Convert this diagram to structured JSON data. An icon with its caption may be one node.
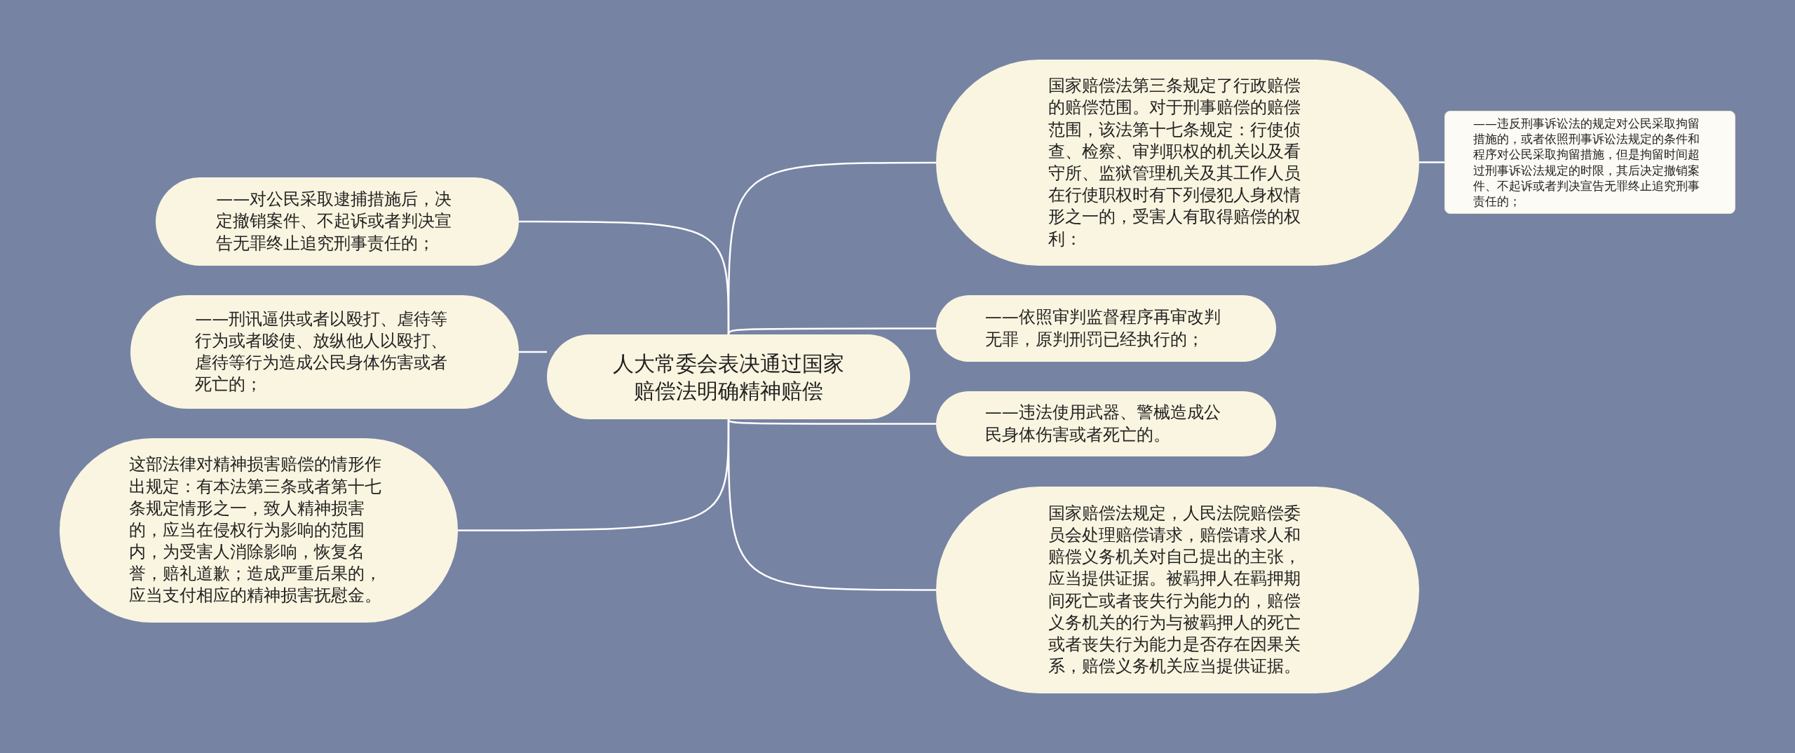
{
  "diagram": {
    "nodes": [
      {
        "text": [
          "人大常委会表决通过国家赔偿法明确精神赔偿"
        ]
      },
      {
        "text": [
          "国家赔偿法第三条规定了行政赔偿的赔偿范围。对于刑事赔偿的赔偿范围，该法第十七条规定：行使侦查、检察、审判职权的机关以及看守所、监狱管理机关及其工作人员在行使职权时有下列侵犯人身权情形之一的，受害人有取得赔偿的权利："
        ]
      },
      {
        "text": [
          "——违反刑事诉讼法的规定对公民采取拘留措施的，或者依照刑事诉讼法规定的条件和程序对公民采取拘留措施，但是拘留时间超过刑事诉讼法规定的时限，其后决定撤销案件、不起诉或者判决宣告无罪终止追究刑事责任的；"
        ]
      },
      {
        "text": [
          "——依照审判监督程序再审改判无罪，原判刑罚已经执行的；"
        ]
      },
      {
        "text": [
          "——违法使用武器、警械造成公民身体伤害或者死亡的。"
        ]
      },
      {
        "text": [
          "国家赔偿法规定，人民法院赔偿委员会处理赔偿请求，赔偿请求人和赔偿义务机关对自己提出的主张，应当提供证据。被羁押人在羁押期间死亡或者丧失行为能力的，赔偿义务机关的行为与被羁押人的死亡或者丧失行为能力是否存在因果关系，赔偿义务机关应当提供证据。"
        ]
      },
      {
        "text": [
          "——对公民采取逮捕措施后，决定撤销案件、不起诉或者判决宣告无罪终止追究刑事责任的；"
        ]
      },
      {
        "text": [
          "——刑讯逼供或者以殴打、虐待等行为或者唆使、放纵他人以殴打、虐待等行为造成公民身体伤害或者死亡的；"
        ]
      },
      {
        "text": [
          "这部法律对精神损害赔偿的情形作出规定：有本法第三条或者第十七条规定情形之一，致人精神损害的，应当在侵权行为影响的范围内，为受害人消除影响，恢复名誉，赔礼道歉；造成严重后果的，应当支付相应的精神损害抚慰金。"
        ]
      }
    ],
    "edges": [
      {
        "from": 0,
        "to": 1,
        "arrow": "none"
      },
      {
        "from": 1,
        "to": 2,
        "arrow": "none"
      },
      {
        "from": 0,
        "to": 3,
        "arrow": "none"
      },
      {
        "from": 0,
        "to": 4,
        "arrow": "none"
      },
      {
        "from": 0,
        "to": 5,
        "arrow": "none"
      },
      {
        "from": 0,
        "to": 6,
        "arrow": "none"
      },
      {
        "from": 0,
        "to": 7,
        "arrow": "none"
      },
      {
        "from": 0,
        "to": 8,
        "arrow": "none"
      }
    ]
  }
}
